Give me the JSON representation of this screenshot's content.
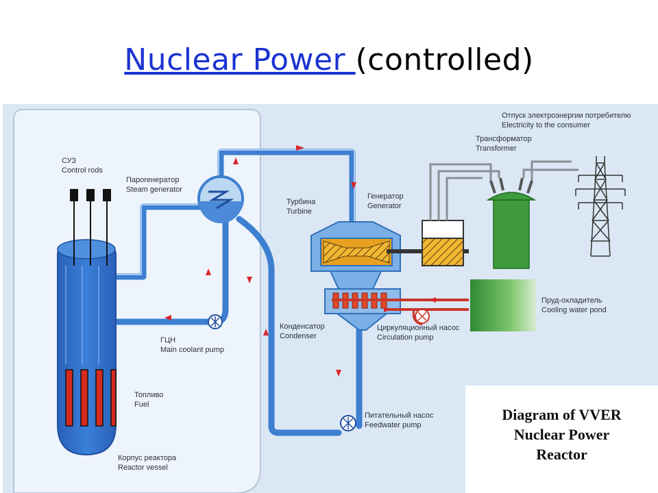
{
  "title": {
    "link": "Nuclear Power ",
    "rest": "(controlled)"
  },
  "labels": {
    "control_rods_ru": "СУЗ",
    "control_rods_en": "Control rods",
    "steam_gen_ru": "Парогенератор",
    "steam_gen_en": "Steam generator",
    "turbine_ru": "Турбина",
    "turbine_en": "Turbine",
    "generator_ru": "Генератор",
    "generator_en": "Generator",
    "consumer_ru": "Отпуск электроэнергии потребителю",
    "consumer_en": "Electricity to the consumer",
    "transformer_ru": "Трансформатор",
    "transformer_en": "Transformer",
    "pond_ru": "Пруд-охладитель",
    "pond_en": "Cooling water pond",
    "condenser_ru": "Конденсатор",
    "condenser_en": "Condenser",
    "circ_pump_ru": "Циркуляционный насос",
    "circ_pump_en": "Circulation pump",
    "main_pump_ru": "ГЦН",
    "main_pump_en": "Main coolant pump",
    "fuel_ru": "Топливо",
    "fuel_en": "Fuel",
    "feed_pump_ru": "Питательный насос",
    "feed_pump_en": "Feedwater pump",
    "vessel_ru": "Корпус реактора",
    "vessel_en": "Reactor vessel"
  },
  "caption": {
    "line1": "Diagram of VVER",
    "line2": "Nuclear Power",
    "line3": "Reactor"
  },
  "colors": {
    "background": "#dbe7f4",
    "pipe": "#3d7fd0",
    "vessel": "#2f6fcd",
    "fuel": "#d62a1c",
    "arrow": "#d8262a",
    "turbine": "#e8a11f",
    "transformer": "#3f9a3c",
    "pond": "#5bb04c"
  }
}
